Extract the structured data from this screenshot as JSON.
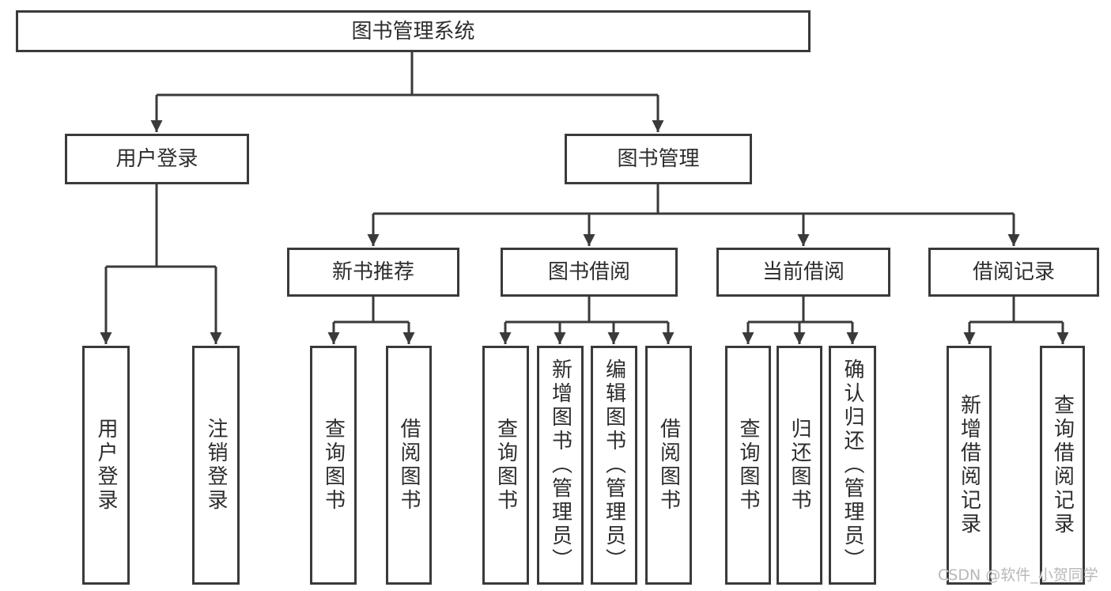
{
  "root": {
    "label": "图书管理系统"
  },
  "branches": {
    "user_login": {
      "label": "用户登录",
      "children": {
        "login": "用户登录",
        "logout": "注销登录"
      }
    },
    "book_management": {
      "label": "图书管理",
      "sections": {
        "new_book_recommend": {
          "label": "新书推荐",
          "children": {
            "search_book": "查询图书",
            "borrow_book": "借阅图书"
          }
        },
        "book_borrowing": {
          "label": "图书借阅",
          "children": {
            "search_book": "查询图书",
            "add_book": "新增图书（管理员）",
            "edit_book": "编辑图书（管理员）",
            "borrow_book": "借阅图书"
          }
        },
        "current_borrowing": {
          "label": "当前借阅",
          "children": {
            "search_book": "查询图书",
            "return_book": "归还图书",
            "confirm_return": "确认归还（管理员）"
          }
        },
        "borrowing_records": {
          "label": "借阅记录",
          "children": {
            "add_record": "新增借阅记录",
            "search_record": "查询借阅记录"
          }
        }
      }
    }
  },
  "watermark": {
    "text": "CSDN @软件_小贺同学"
  },
  "colors": {
    "line": "#3a3a3a",
    "box_border": "#3a3a3a",
    "box_background": "#ffffff",
    "text": "#2d2d2d",
    "watermark": "#acacac",
    "page_background": "#ffffff"
  }
}
